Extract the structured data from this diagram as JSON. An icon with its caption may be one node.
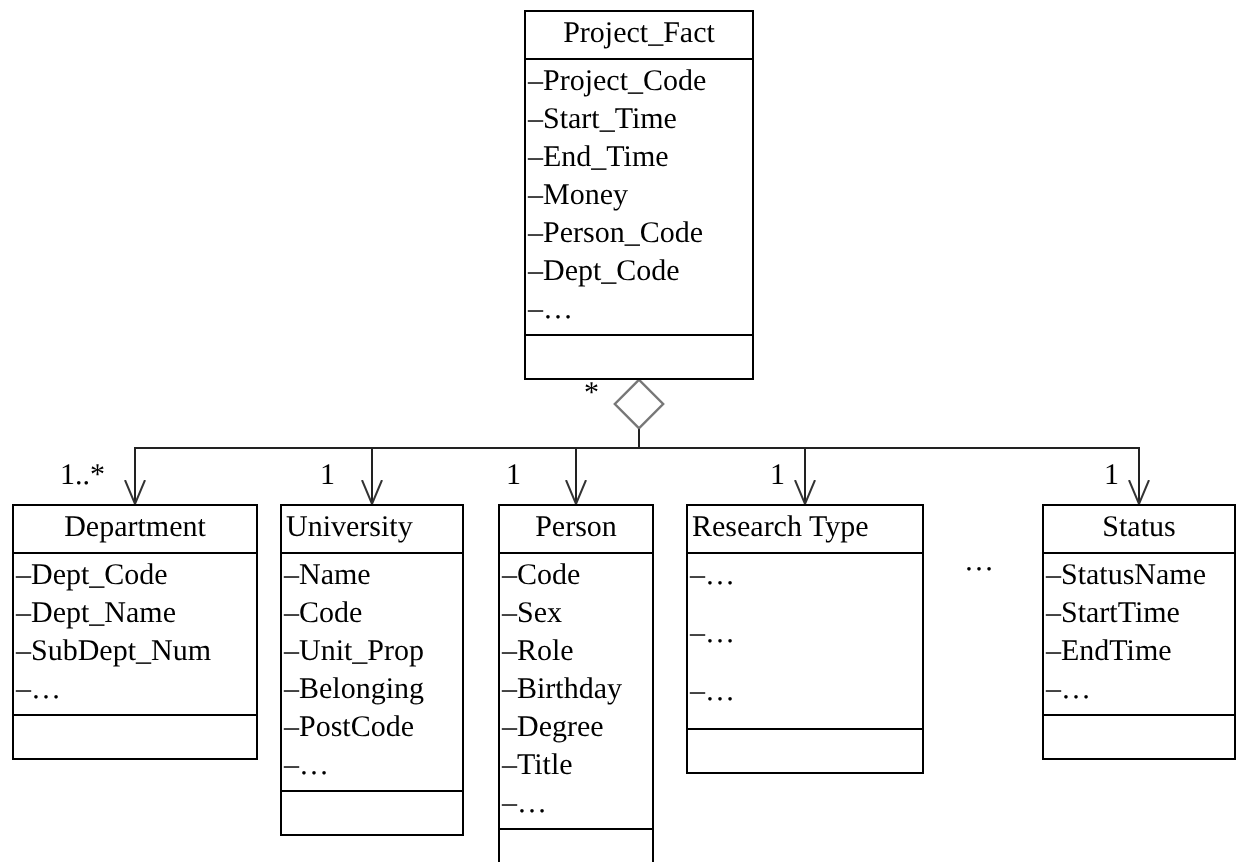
{
  "diagram": {
    "nodes": [
      {
        "text": [
          "Project_Fact",
          "–Project_Code",
          "–Start_Time",
          "–End_Time",
          "–Money",
          "–Person_Code",
          "–Dept_Code",
          "–…"
        ]
      },
      {
        "text": [
          "Department",
          "–Dept_Code",
          "–Dept_Name",
          "–SubDept_Num",
          "–…"
        ]
      },
      {
        "text": [
          "University",
          "–Name",
          "–Code",
          "–Unit_Prop",
          "–Belonging",
          "–PostCode",
          "–…"
        ]
      },
      {
        "text": [
          "Person",
          "–Code",
          "–Sex",
          "–Role",
          "–Birthday",
          "–Degree",
          "–Title",
          "–…"
        ]
      },
      {
        "text": [
          "Research Type",
          "–…",
          "–…",
          "–…"
        ]
      },
      {
        "text": [
          "Status",
          "–StatusName",
          "–StartTime",
          "–EndTime",
          "–…"
        ]
      }
    ],
    "edges": [
      {
        "from": 0,
        "to": 1,
        "arrow": "to"
      },
      {
        "from": 0,
        "to": 2,
        "arrow": "to"
      },
      {
        "from": 0,
        "to": 3,
        "arrow": "to"
      },
      {
        "from": 0,
        "to": 4,
        "arrow": "to"
      },
      {
        "from": 0,
        "to": 5,
        "arrow": "to"
      }
    ],
    "labels": [
      "*",
      "1..*",
      "1",
      "1",
      "1",
      "1",
      "…"
    ]
  }
}
